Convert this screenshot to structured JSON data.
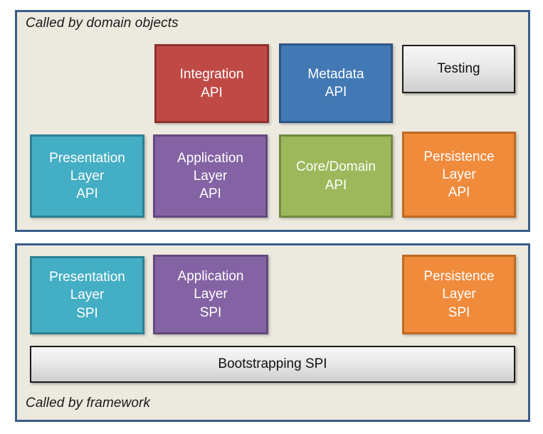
{
  "diagram": {
    "title_top": "Called by domain objects",
    "title_bottom": "Called by framework",
    "colors": {
      "panel_border": "#3a5d89",
      "panel_fill": "#ece9df",
      "teal": "#44aec4",
      "purple": "#8463a4",
      "green": "#9cb85a",
      "orange": "#f08b3c",
      "red": "#bf4a45",
      "blue": "#4279b5",
      "gray": "#e9e9e9"
    }
  },
  "api_panel": {
    "caption": "Called by domain objects",
    "top_row": [
      {
        "name": "integration-api",
        "lines": [
          "Integration",
          "API"
        ],
        "color": "red"
      },
      {
        "name": "metadata-api",
        "lines": [
          "Metadata",
          "API"
        ],
        "color": "blue"
      },
      {
        "name": "testing",
        "lines": [
          "Testing"
        ],
        "color": "gray"
      }
    ],
    "bottom_row": [
      {
        "name": "presentation-layer-api",
        "lines": [
          "Presentation",
          "Layer",
          "API"
        ],
        "color": "teal"
      },
      {
        "name": "application-layer-api",
        "lines": [
          "Application",
          "Layer",
          "API"
        ],
        "color": "purple"
      },
      {
        "name": "core-domain-api",
        "lines": [
          "Core/Domain",
          "API"
        ],
        "color": "green"
      },
      {
        "name": "persistence-layer-api",
        "lines": [
          "Persistence",
          "Layer",
          "API"
        ],
        "color": "orange"
      }
    ]
  },
  "spi_panel": {
    "caption": "Called by framework",
    "row": [
      {
        "name": "presentation-layer-spi",
        "lines": [
          "Presentation",
          "Layer",
          "SPI"
        ],
        "color": "teal"
      },
      {
        "name": "application-layer-spi",
        "lines": [
          "Application",
          "Layer",
          "SPI"
        ],
        "color": "purple"
      },
      {
        "name": "persistence-layer-spi",
        "lines": [
          "Persistence",
          "Layer",
          "SPI"
        ],
        "color": "orange"
      }
    ],
    "bootstrapping": {
      "name": "bootstrapping-spi",
      "label": "Bootstrapping SPI",
      "color": "gray"
    }
  },
  "labels": {
    "integration_l1": "Integration",
    "integration_l2": "API",
    "metadata_l1": "Metadata",
    "metadata_l2": "API",
    "testing_l1": "Testing",
    "presentation_api_l1": "Presentation",
    "presentation_api_l2": "Layer",
    "presentation_api_l3": "API",
    "application_api_l1": "Application",
    "application_api_l2": "Layer",
    "application_api_l3": "API",
    "core_api_l1": "Core/Domain",
    "core_api_l2": "API",
    "persistence_api_l1": "Persistence",
    "persistence_api_l2": "Layer",
    "persistence_api_l3": "API",
    "presentation_spi_l1": "Presentation",
    "presentation_spi_l2": "Layer",
    "presentation_spi_l3": "SPI",
    "application_spi_l1": "Application",
    "application_spi_l2": "Layer",
    "application_spi_l3": "SPI",
    "persistence_spi_l1": "Persistence",
    "persistence_spi_l2": "Layer",
    "persistence_spi_l3": "SPI",
    "bootstrapping": "Bootstrapping SPI"
  }
}
